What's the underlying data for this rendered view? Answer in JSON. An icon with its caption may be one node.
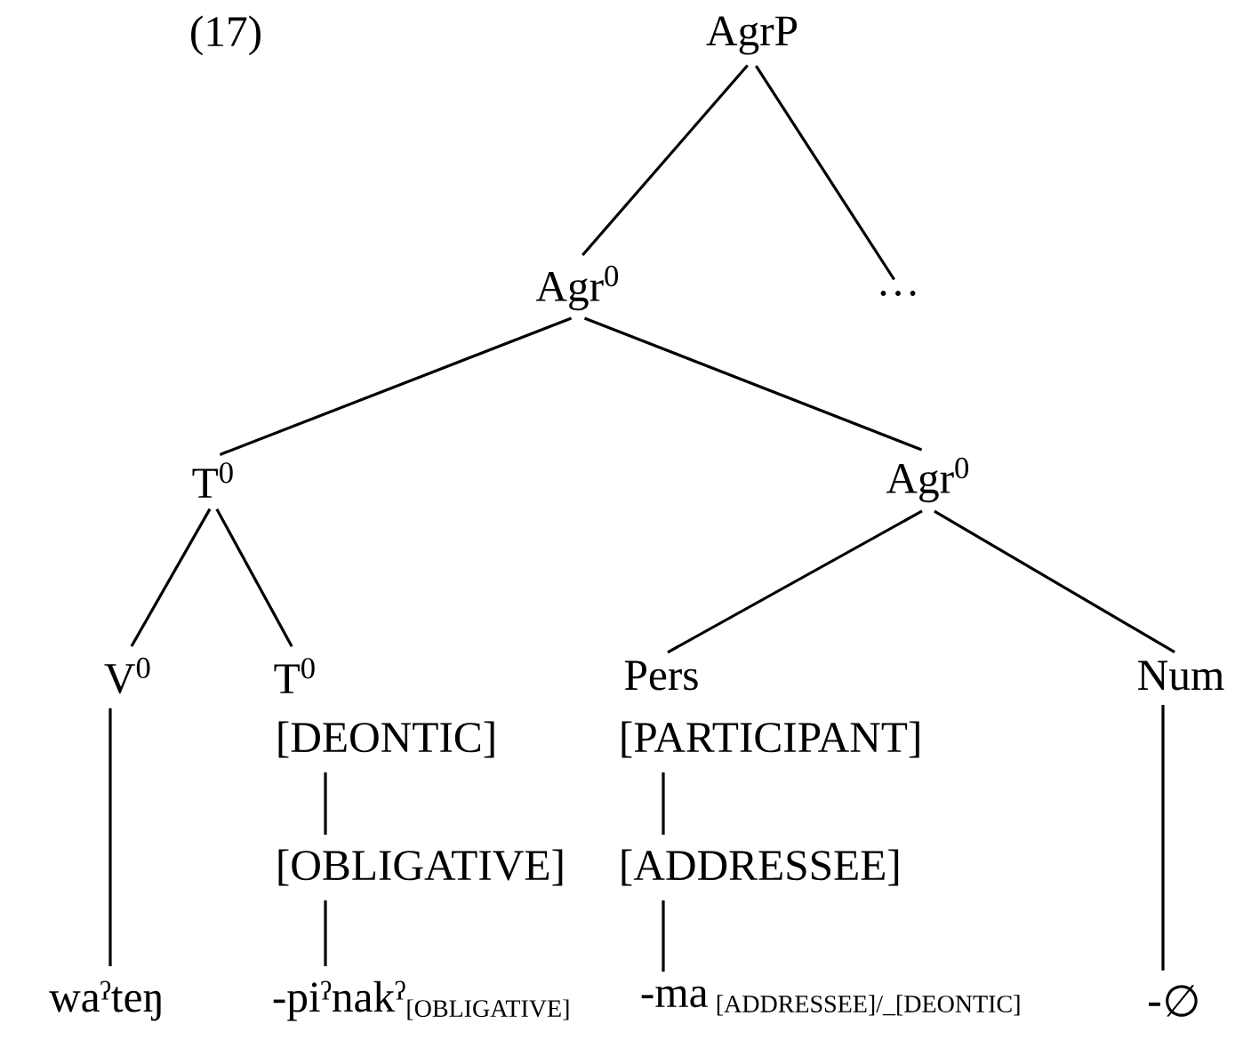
{
  "diagram": {
    "nodes": [
      {
        "text": [
          "AgrP"
        ]
      },
      {
        "text": [
          "Agr$^{0}$"
        ]
      },
      {
        "text": [
          "…"
        ]
      },
      {
        "text": [
          "T$^{0}$"
        ]
      },
      {
        "text": [
          "Agr$^{0}$"
        ]
      },
      {
        "text": [
          "V$^{0}$"
        ]
      },
      {
        "text": [
          "T$^{0}$"
        ]
      },
      {
        "text": [
          "Pers"
        ]
      },
      {
        "text": [
          "Num"
        ]
      },
      {
        "text": [
          "[DEONTIC]"
        ]
      },
      {
        "text": [
          "[PARTICIPANT]"
        ]
      },
      {
        "text": [
          "[OBLIGATIVE]"
        ]
      },
      {
        "text": [
          "[ADDRESSEE]"
        ]
      },
      {
        "text": [
          "waˀteŋ"
        ]
      },
      {
        "text": [
          "-piˀnakˀ",
          "[OBLIGATIVE]"
        ]
      },
      {
        "text": [
          "-ma",
          "[ADDRESSEE]/_[DEONTIC]"
        ]
      },
      {
        "text": [
          "-∅"
        ]
      }
    ],
    "edges": [
      {
        "from": 0,
        "to": 1,
        "arrow": "none"
      },
      {
        "from": 0,
        "to": 2,
        "arrow": "none"
      },
      {
        "from": 1,
        "to": 3,
        "arrow": "none"
      },
      {
        "from": 1,
        "to": 4,
        "arrow": "none"
      },
      {
        "from": 3,
        "to": 5,
        "arrow": "none"
      },
      {
        "from": 3,
        "to": 6,
        "arrow": "none"
      },
      {
        "from": 4,
        "to": 7,
        "arrow": "none"
      },
      {
        "from": 4,
        "to": 8,
        "arrow": "none"
      },
      {
        "from": 5,
        "to": 13,
        "arrow": "none"
      },
      {
        "from": 9,
        "to": 11,
        "arrow": "none"
      },
      {
        "from": 11,
        "to": 14,
        "arrow": "none"
      },
      {
        "from": 10,
        "to": 12,
        "arrow": "none"
      },
      {
        "from": 12,
        "to": 15,
        "arrow": "none"
      },
      {
        "from": 8,
        "to": 16,
        "arrow": "none"
      }
    ],
    "labels": [
      "(17)"
    ]
  }
}
